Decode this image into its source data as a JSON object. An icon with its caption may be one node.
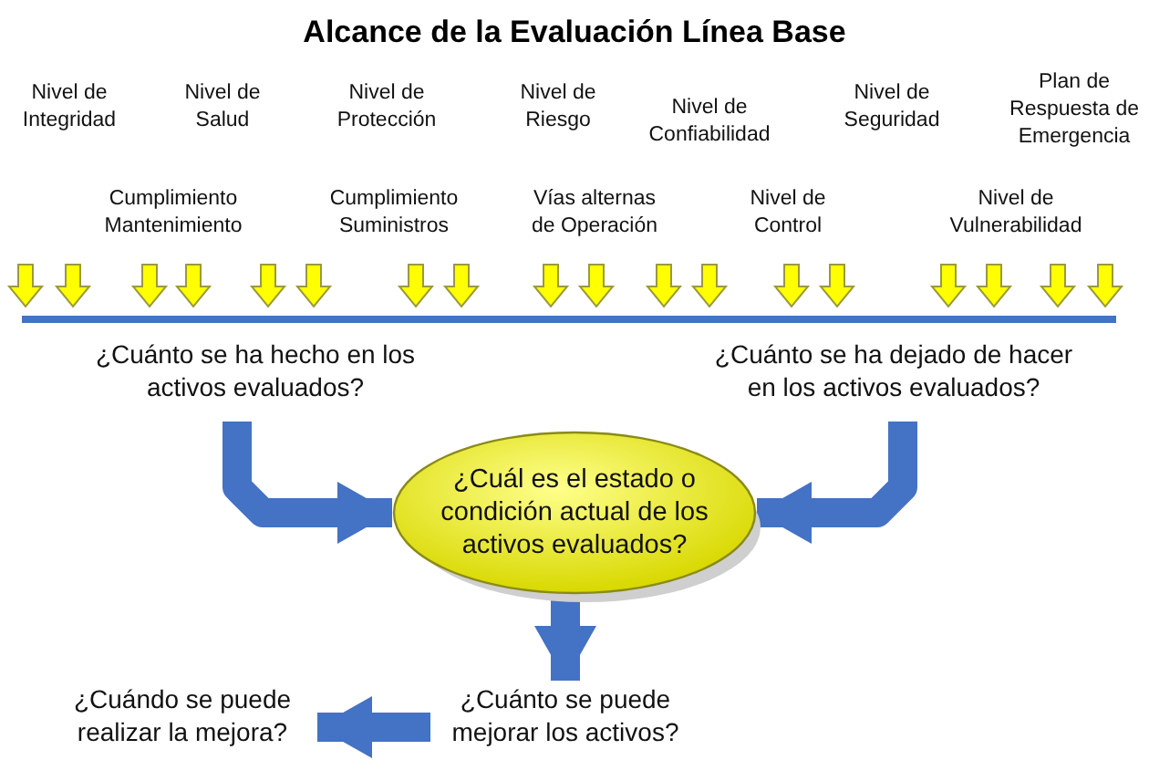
{
  "diagram": {
    "title": "Alcance de la Evaluación Línea Base",
    "nodes": [
      {
        "text": [
          "¿Cuánto se ha hecho en los activos evaluados?"
        ]
      },
      {
        "text": [
          "¿Cuánto se ha dejado de hacer en los activos evaluados?"
        ]
      },
      {
        "text": [
          "¿Cuál es el estado o condición actual de los activos evaluados?"
        ]
      },
      {
        "text": [
          "¿Cuánto se puede mejorar los activos?"
        ]
      },
      {
        "text": [
          "¿Cuándo se puede realizar la mejora?"
        ]
      }
    ],
    "edges": [
      {
        "from": 0,
        "to": 2,
        "arrow": "to"
      },
      {
        "from": 1,
        "to": 2,
        "arrow": "to"
      },
      {
        "from": 2,
        "to": 3,
        "arrow": "to"
      },
      {
        "from": 3,
        "to": 4,
        "arrow": "to"
      }
    ],
    "labels": [
      "Nivel de Integridad",
      "Nivel de Salud",
      "Nivel de Protección",
      "Nivel de Riesgo",
      "Nivel de Confiabilidad",
      "Nivel de Seguridad",
      "Plan de Respuesta de Emergencia",
      "Cumplimiento Mantenimiento",
      "Cumplimiento Suministros",
      "Vías alternas de Operación",
      "Nivel de Control",
      "Nivel de Vulnerabilidad"
    ]
  }
}
